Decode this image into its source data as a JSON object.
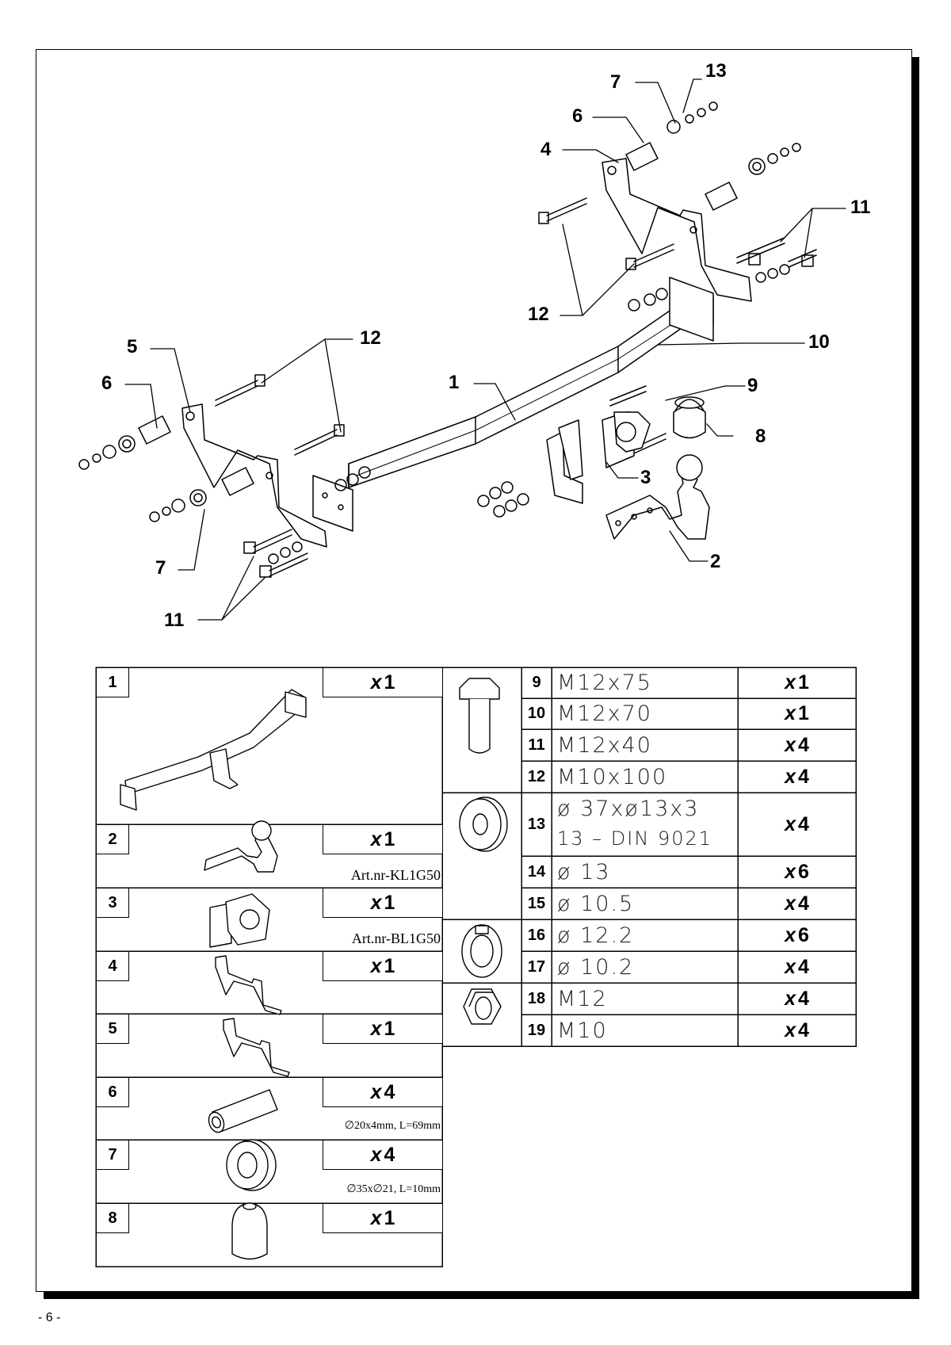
{
  "page_number": "- 6 -",
  "callouts": {
    "c1": "1",
    "c2": "2",
    "c3": "3",
    "c4": "4",
    "c5": "5",
    "c6a": "6",
    "c6b": "6",
    "c7a": "7",
    "c7b": "7",
    "c8": "8",
    "c9": "9",
    "c10": "10",
    "c11a": "11",
    "c11b": "11",
    "c12a": "12",
    "c12b": "12",
    "c13": "13"
  },
  "left_parts": [
    {
      "num": "1",
      "mult": "x",
      "qty": "1",
      "note": ""
    },
    {
      "num": "2",
      "mult": "x",
      "qty": "1",
      "note": "Art.nr-KL1G50"
    },
    {
      "num": "3",
      "mult": "x",
      "qty": "1",
      "note": "Art.nr-BL1G50"
    },
    {
      "num": "4",
      "mult": "x",
      "qty": "1",
      "note": ""
    },
    {
      "num": "5",
      "mult": "x",
      "qty": "1",
      "note": ""
    },
    {
      "num": "6",
      "mult": "x",
      "qty": "4",
      "note": "∅20x4mm, L=69mm"
    },
    {
      "num": "7",
      "mult": "x",
      "qty": "4",
      "note": "∅35x∅21, L=10mm"
    },
    {
      "num": "8",
      "mult": "x",
      "qty": "1",
      "note": ""
    }
  ],
  "right_parts": [
    {
      "num": "9",
      "desc": "M12x75",
      "mult": "x",
      "qty": "1"
    },
    {
      "num": "10",
      "desc": "M12x70",
      "mult": "x",
      "qty": "1"
    },
    {
      "num": "11",
      "desc": "M12x40",
      "mult": "x",
      "qty": "4"
    },
    {
      "num": "12",
      "desc": "M10x100",
      "mult": "x",
      "qty": "4"
    },
    {
      "num": "13",
      "desc": "ø 37xø13x3",
      "desc2": "13 – DIN 9021",
      "mult": "x",
      "qty": "4"
    },
    {
      "num": "14",
      "desc": "ø 13",
      "mult": "x",
      "qty": "6"
    },
    {
      "num": "15",
      "desc": "ø 10.5",
      "mult": "x",
      "qty": "4"
    },
    {
      "num": "16",
      "desc": "ø 12.2",
      "mult": "x",
      "qty": "6"
    },
    {
      "num": "17",
      "desc": "ø 10.2",
      "mult": "x",
      "qty": "4"
    },
    {
      "num": "18",
      "desc": "M12",
      "mult": "x",
      "qty": "4"
    },
    {
      "num": "19",
      "desc": "M10",
      "mult": "x",
      "qty": "4"
    }
  ],
  "icons": {
    "bolt": "bolt-icon",
    "washer": "washer-icon",
    "spring_washer": "spring-washer-icon",
    "nut": "nut-icon"
  }
}
